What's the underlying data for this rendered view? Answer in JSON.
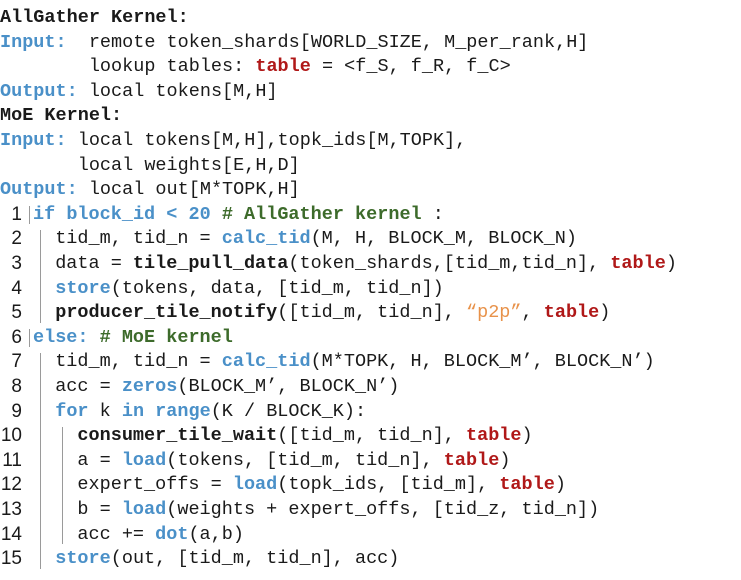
{
  "header": [
    [
      {
        "t": "AllGather Kernel:",
        "c": "b"
      }
    ],
    [
      {
        "t": "Input:",
        "c": "kw"
      },
      {
        "t": "  remote token_shards[WORLD_SIZE, M_per_rank,H]"
      }
    ],
    [
      {
        "t": "        lookup tables: "
      },
      {
        "t": "table",
        "c": "tbl"
      },
      {
        "t": " = <f_S, f_R, f_C>"
      }
    ],
    [
      {
        "t": "Output:",
        "c": "kw"
      },
      {
        "t": " local tokens[M,H]"
      }
    ],
    [
      {
        "t": "MoE Kernel:",
        "c": "b"
      }
    ],
    [
      {
        "t": "Input:",
        "c": "kw"
      },
      {
        "t": " local tokens[M,H],topk_ids[M,TOPK],"
      }
    ],
    [
      {
        "t": "       local weights[E,H,D]"
      }
    ],
    [
      {
        "t": "Output:",
        "c": "kw"
      },
      {
        "t": " local out[M*TOPK,H]"
      }
    ]
  ],
  "lines": [
    {
      "num": "1",
      "segs": [
        {
          "t": "if",
          "c": "kw"
        },
        {
          "t": " "
        },
        {
          "t": "block_id",
          "c": "kw"
        },
        {
          "t": " "
        },
        {
          "t": "<",
          "c": "kw"
        },
        {
          "t": " "
        },
        {
          "t": "20",
          "c": "kw"
        },
        {
          "t": " "
        },
        {
          "t": "# AllGather kernel",
          "c": "cm"
        },
        {
          "t": " :"
        }
      ]
    },
    {
      "num": "2",
      "segs": [
        {
          "t": "  tid_m, tid_n = "
        },
        {
          "t": "calc_tid",
          "c": "fn"
        },
        {
          "t": "(M, H, BLOCK_M, BLOCK_N)"
        }
      ]
    },
    {
      "num": "3",
      "segs": [
        {
          "t": "  data = "
        },
        {
          "t": "tile_pull_data",
          "c": "b"
        },
        {
          "t": "(token_shards,[tid_m,tid_n], "
        },
        {
          "t": "table",
          "c": "tbl"
        },
        {
          "t": ")"
        }
      ]
    },
    {
      "num": "4",
      "segs": [
        {
          "t": "  "
        },
        {
          "t": "store",
          "c": "fn"
        },
        {
          "t": "(tokens, data, [tid_m, tid_n])"
        }
      ]
    },
    {
      "num": "5",
      "segs": [
        {
          "t": "  "
        },
        {
          "t": "producer_tile_notify",
          "c": "b"
        },
        {
          "t": "([tid_m, tid_n], "
        },
        {
          "t": "“p2p”",
          "c": "str"
        },
        {
          "t": ", "
        },
        {
          "t": "table",
          "c": "tbl"
        },
        {
          "t": ")"
        }
      ]
    },
    {
      "num": "6",
      "segs": [
        {
          "t": "else:",
          "c": "kw"
        },
        {
          "t": " "
        },
        {
          "t": "# MoE kernel",
          "c": "cm"
        }
      ]
    },
    {
      "num": "7",
      "segs": [
        {
          "t": "  tid_m, tid_n = "
        },
        {
          "t": "calc_tid",
          "c": "fn"
        },
        {
          "t": "(M*TOPK, H, BLOCK_M’, BLOCK_N’)"
        }
      ]
    },
    {
      "num": "8",
      "segs": [
        {
          "t": "  acc = "
        },
        {
          "t": "zeros",
          "c": "fn"
        },
        {
          "t": "(BLOCK_M’, BLOCK_N’)"
        }
      ]
    },
    {
      "num": "9",
      "segs": [
        {
          "t": "  "
        },
        {
          "t": "for",
          "c": "kw"
        },
        {
          "t": " k "
        },
        {
          "t": "in",
          "c": "kw"
        },
        {
          "t": " "
        },
        {
          "t": "range",
          "c": "kw"
        },
        {
          "t": "(K / BLOCK_K):"
        }
      ]
    },
    {
      "num": "10",
      "segs": [
        {
          "t": "    "
        },
        {
          "t": "consumer_tile_wait",
          "c": "b"
        },
        {
          "t": "([tid_m, tid_n], "
        },
        {
          "t": "table",
          "c": "tbl"
        },
        {
          "t": ")"
        }
      ]
    },
    {
      "num": "11",
      "segs": [
        {
          "t": "    a = "
        },
        {
          "t": "load",
          "c": "fn"
        },
        {
          "t": "(tokens, [tid_m, tid_n], "
        },
        {
          "t": "table",
          "c": "tbl"
        },
        {
          "t": ")"
        }
      ]
    },
    {
      "num": "12",
      "segs": [
        {
          "t": "    expert_offs = "
        },
        {
          "t": "load",
          "c": "fn"
        },
        {
          "t": "(topk_ids, [tid_m], "
        },
        {
          "t": "table",
          "c": "tbl"
        },
        {
          "t": ")"
        }
      ]
    },
    {
      "num": "13",
      "segs": [
        {
          "t": "    b = "
        },
        {
          "t": "load",
          "c": "fn"
        },
        {
          "t": "(weights + expert_offs, [tid_z, tid_n])"
        }
      ]
    },
    {
      "num": "14",
      "segs": [
        {
          "t": "    acc += "
        },
        {
          "t": "dot",
          "c": "fn"
        },
        {
          "t": "(a,b)"
        }
      ]
    },
    {
      "num": "15",
      "segs": [
        {
          "t": "  "
        },
        {
          "t": "store",
          "c": "fn"
        },
        {
          "t": "(out, [tid_m, tid_n], acc)"
        }
      ]
    }
  ]
}
